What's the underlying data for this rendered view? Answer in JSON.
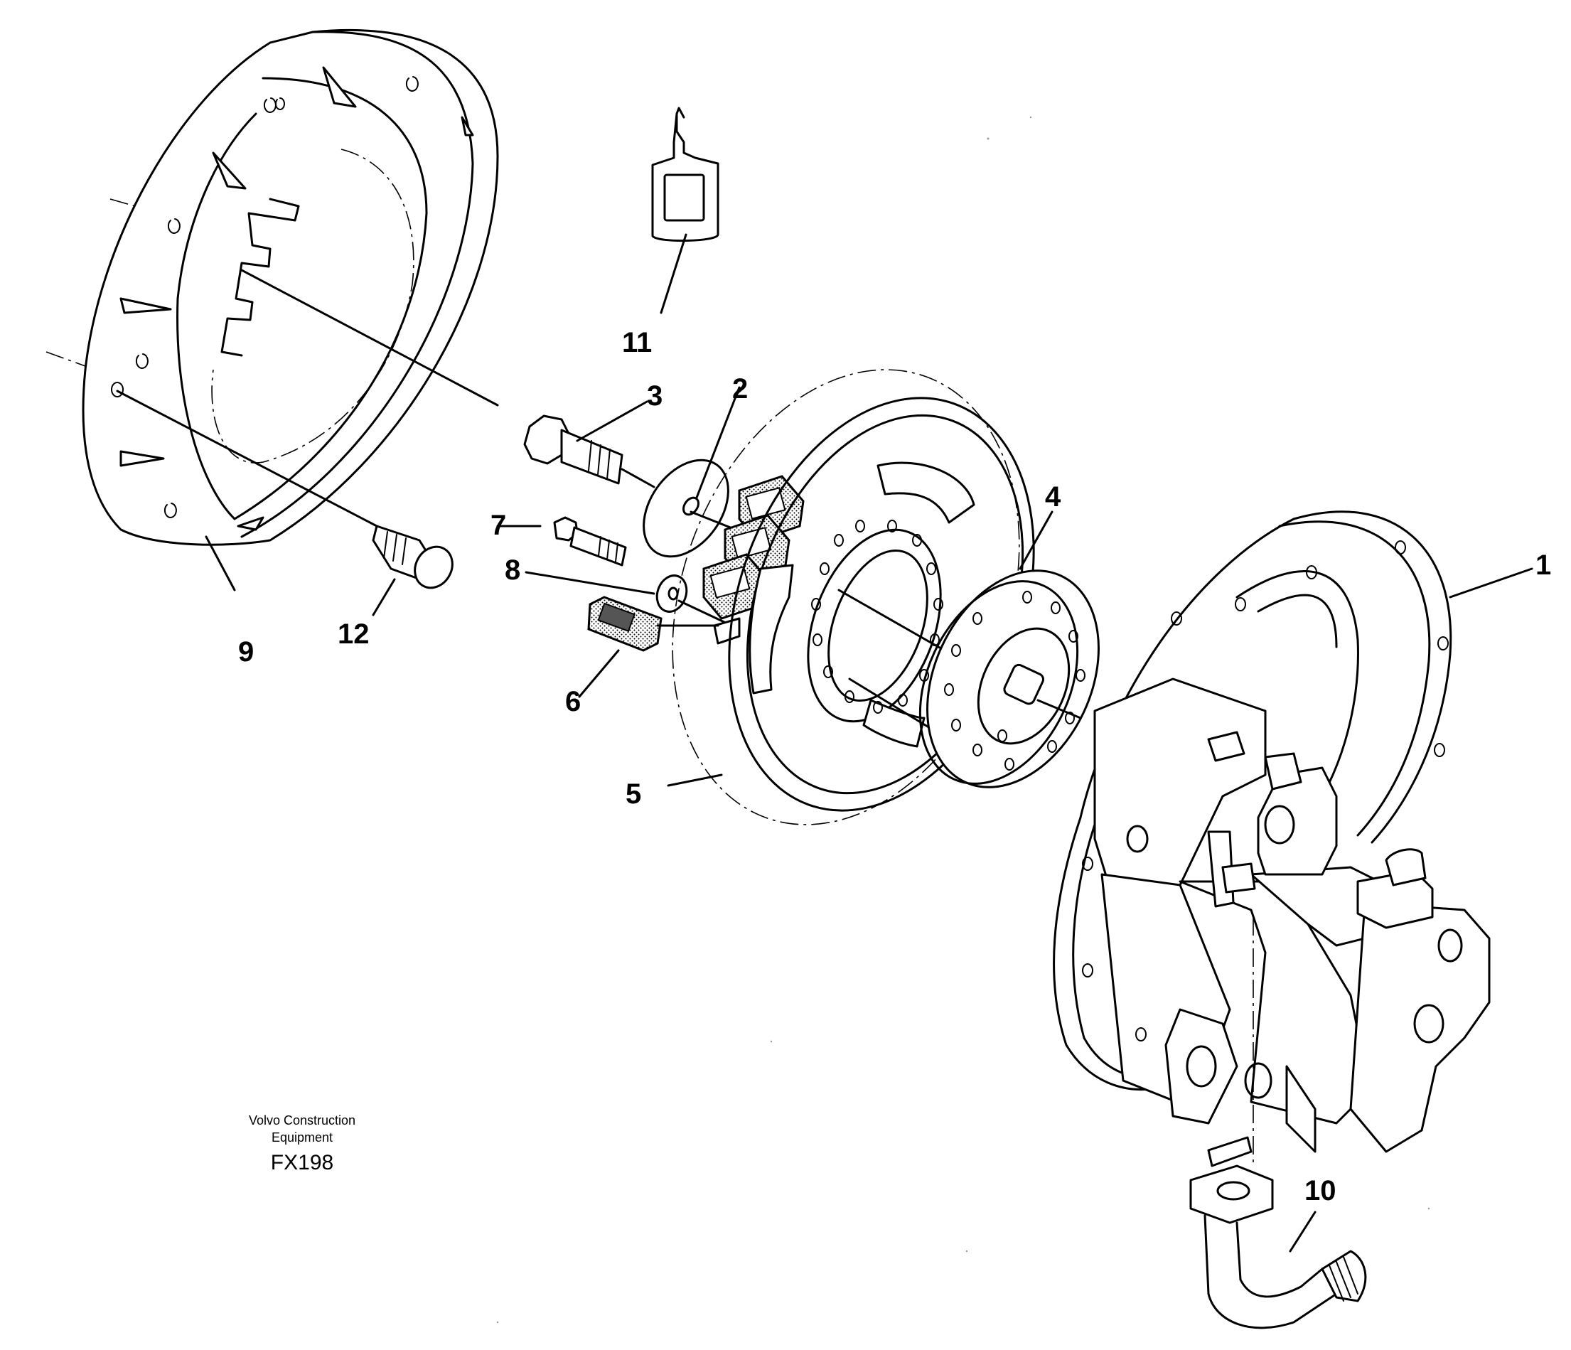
{
  "diagram": {
    "callouts": [
      {
        "id": "1",
        "label": "1"
      },
      {
        "id": "2",
        "label": "2"
      },
      {
        "id": "3",
        "label": "3"
      },
      {
        "id": "4",
        "label": "4"
      },
      {
        "id": "5",
        "label": "5"
      },
      {
        "id": "6",
        "label": "6"
      },
      {
        "id": "7",
        "label": "7"
      },
      {
        "id": "8",
        "label": "8"
      },
      {
        "id": "9",
        "label": "9"
      },
      {
        "id": "10",
        "label": "10"
      },
      {
        "id": "11",
        "label": "11"
      },
      {
        "id": "12",
        "label": "12"
      }
    ]
  },
  "credit": {
    "line1": "Volvo Construction",
    "line2": "Equipment",
    "code": "FX198"
  }
}
